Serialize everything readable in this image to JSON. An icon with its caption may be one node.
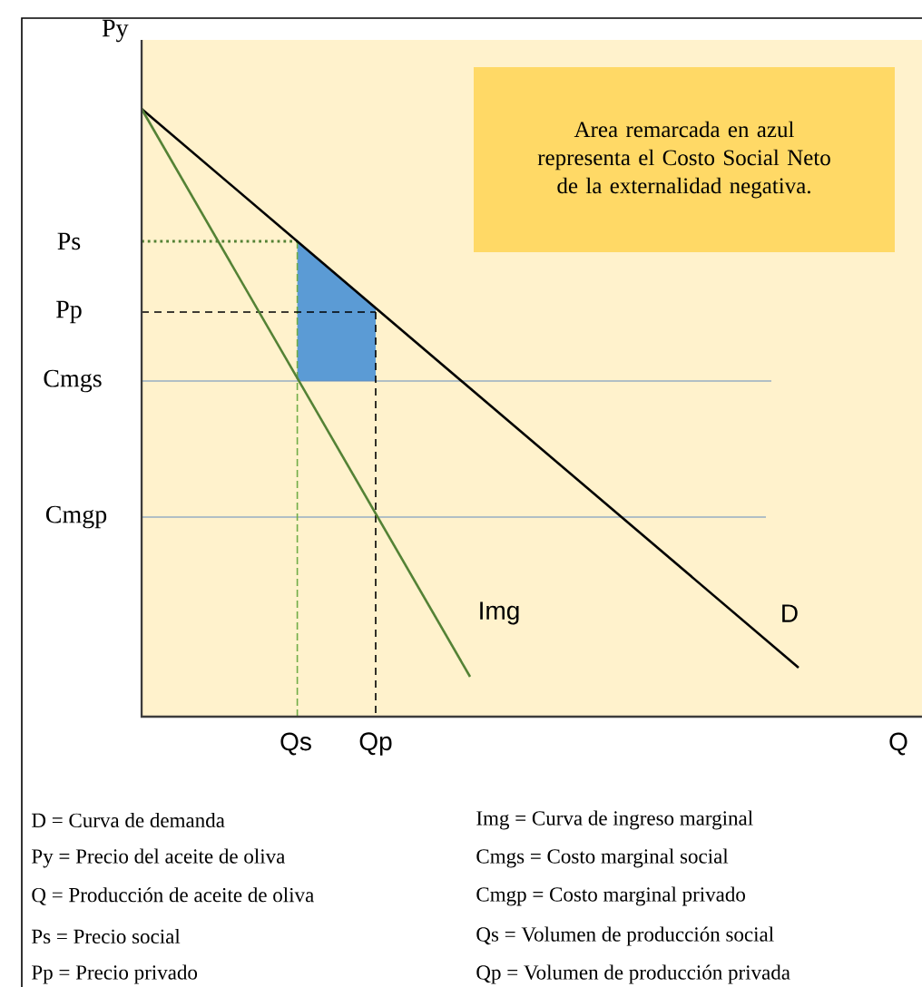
{
  "diagram": {
    "nodes": [
      {
        "text": [
          "Area remarcada en azul representa el Costo Social Neto de la externalidad negativa."
        ]
      }
    ],
    "labels": [
      "Py",
      "Ps",
      "Pp",
      "Cmgs",
      "Cmgp",
      "Img",
      "D",
      "Qs",
      "Qp",
      "Q",
      "D = Curva de demanda",
      "Img = Curva de ingreso marginal",
      "Py = Precio del aceite de oliva",
      "Cmgs = Costo marginal social",
      "Q = Producción de aceite de oliva",
      "Cmgp = Costo marginal privado",
      "Ps = Precio social",
      "Qs = Volumen de producción social",
      "Pp = Precio privado",
      "Qp = Volumen de producción privada"
    ]
  }
}
